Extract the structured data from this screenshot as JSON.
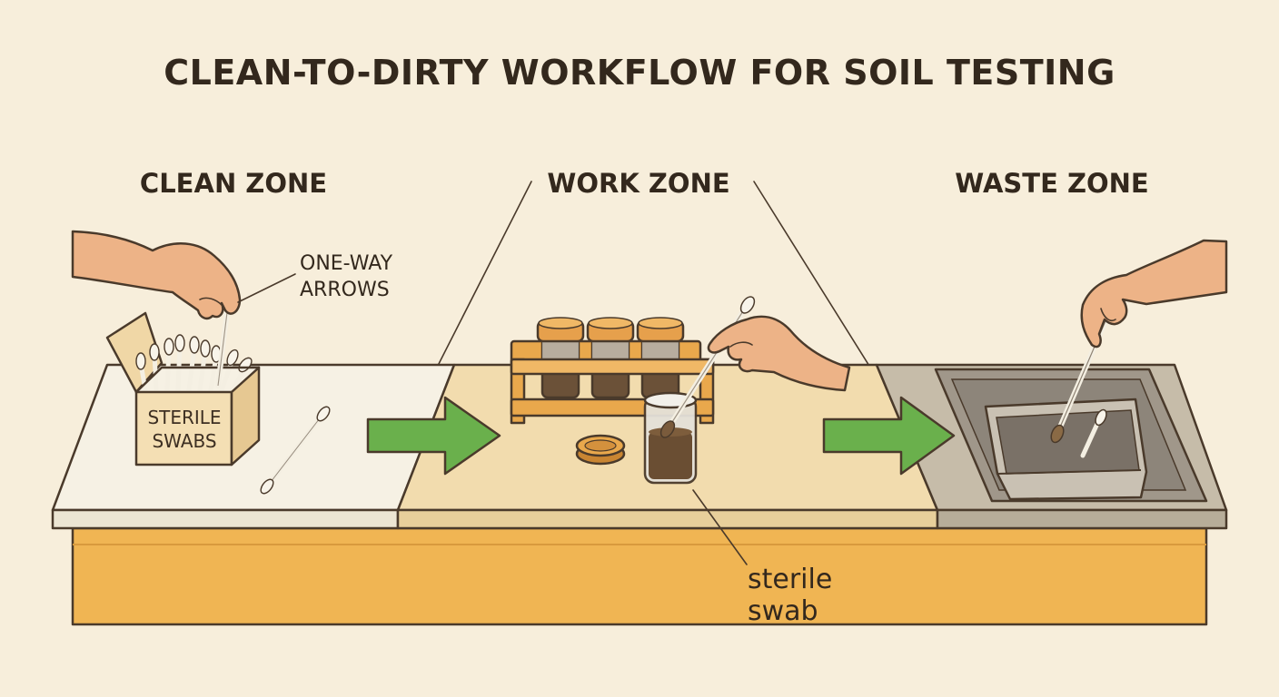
{
  "title": "CLEAN-TO-DIRTY WORKFLOW FOR SOIL TESTING",
  "zones": [
    {
      "id": "clean",
      "label": "CLEAN ZONE"
    },
    {
      "id": "work",
      "label": "WORK ZONE"
    },
    {
      "id": "waste",
      "label": "WASTE ZONE"
    }
  ],
  "callouts": {
    "arrows_line1": "ONE-WAY",
    "arrows_line2": "ARROWS",
    "box_line1": "STERILE",
    "box_line2": "SWABS",
    "swab_line1": "sterile",
    "swab_line2": "swab"
  },
  "colors": {
    "background": "#f7eedb",
    "clean_surface": "#f6f1e4",
    "work_surface": "#f2dcae",
    "waste_surface": "#c6bca9",
    "cabinet": "#f0b553",
    "arrow_green": "#6ab04c",
    "skin": "#edb387",
    "outline": "#4a3a2b"
  },
  "icons": [
    "hand-icon",
    "swab-box-icon",
    "swab-icon",
    "test-tube-rack-icon",
    "jar-icon",
    "jar-lid-icon",
    "flow-arrow-icon",
    "sink-icon",
    "waste-bin-icon"
  ]
}
